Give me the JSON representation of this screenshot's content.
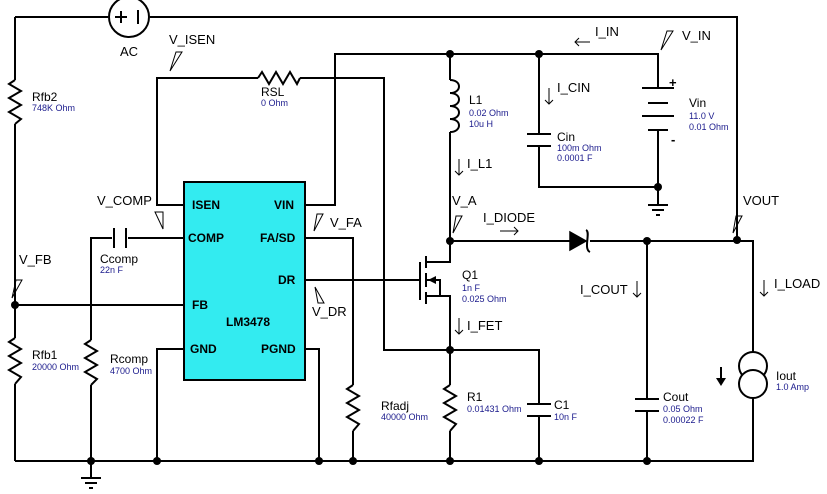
{
  "sources": {
    "ac": {
      "name": "AC"
    },
    "vin": {
      "name": "Vin",
      "v1": "11.0 V",
      "v2": "0.01 Ohm",
      "plus": "+",
      "minus": "-"
    },
    "iout": {
      "name": "Iout",
      "v1": "1.0 Amp"
    }
  },
  "ic": {
    "name": "LM3478",
    "pins": {
      "isen": "ISEN",
      "vin": "VIN",
      "comp": "COMP",
      "fasd": "FA/SD",
      "dr": "DR",
      "fb": "FB",
      "gnd": "GND",
      "pgnd": "PGND"
    }
  },
  "components": {
    "rfb2": {
      "name": "Rfb2",
      "v1": "748K Ohm"
    },
    "rsl": {
      "name": "RSL",
      "v1": "0 Ohm"
    },
    "l1": {
      "name": "L1",
      "v1": "0.02 Ohm",
      "v2": "10u H"
    },
    "cin": {
      "name": "Cin",
      "v1": "100m Ohm",
      "v2": "0.0001 F"
    },
    "ccomp": {
      "name": "Ccomp",
      "v1": "22n F"
    },
    "q1": {
      "name": "Q1",
      "v1": "1n F",
      "v2": "0.025 Ohm"
    },
    "rfb1": {
      "name": "Rfb1",
      "v1": "20000 Ohm"
    },
    "rcomp": {
      "name": "Rcomp",
      "v1": "4700 Ohm"
    },
    "rfadj": {
      "name": "Rfadj",
      "v1": "40000 Ohm"
    },
    "r1": {
      "name": "R1",
      "v1": "0.01431 Ohm"
    },
    "c1": {
      "name": "C1",
      "v1": "10n F"
    },
    "cout": {
      "name": "Cout",
      "v1": "0.05 Ohm",
      "v2": "0.00022 F"
    }
  },
  "probes": {
    "v_isen": "V_ISEN",
    "v_in": "V_IN",
    "v_comp": "V_COMP",
    "v_fb": "V_FB",
    "v_fa": "V_FA",
    "v_dr": "V_DR",
    "v_a": "V_A",
    "vout": "VOUT"
  },
  "currents": {
    "i_in": "I_IN",
    "i_cin": "I_CIN",
    "i_l1": "I_L1",
    "i_diode": "I_DIODE",
    "i_fet": "I_FET",
    "i_cout": "I_COUT",
    "i_load": "I_LOAD"
  }
}
